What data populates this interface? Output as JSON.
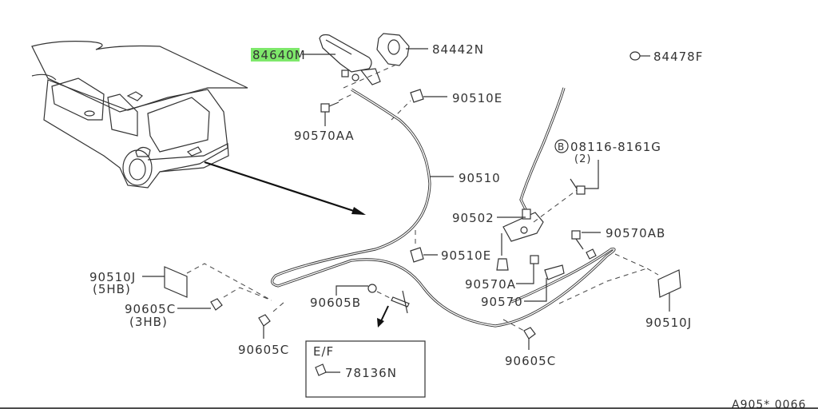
{
  "diagram": {
    "highlight_color": "#7ee86b",
    "parts": {
      "p84640M": "84640M",
      "p84640M_prefix": "84640",
      "p84640M_suffix": "M",
      "p84442N": "84442N",
      "p84478F": "84478F",
      "p90510E_top": "90510E",
      "p90570AA": "90570AA",
      "p08116": "08116-8161G",
      "p08116_qty": "(2)",
      "p08116_badge": "B",
      "p90510": "90510",
      "p90502": "90502",
      "p90570AB": "90570AB",
      "p90510E_mid": "90510E",
      "p90570A": "90570A",
      "p90570": "90570",
      "p90510J_left": "90510J",
      "p90510J_left_note": "(5HB)",
      "p90605C_left": "90605C",
      "p90605C_left_note": "(3HB)",
      "p90605B": "90605B",
      "p90605C_bottom": "90605C",
      "p90605C_right": "90605C",
      "p90510J_right": "90510J"
    },
    "inset": {
      "title": "E/F",
      "part": "78136N"
    },
    "footer_code": "A905* 0066"
  }
}
